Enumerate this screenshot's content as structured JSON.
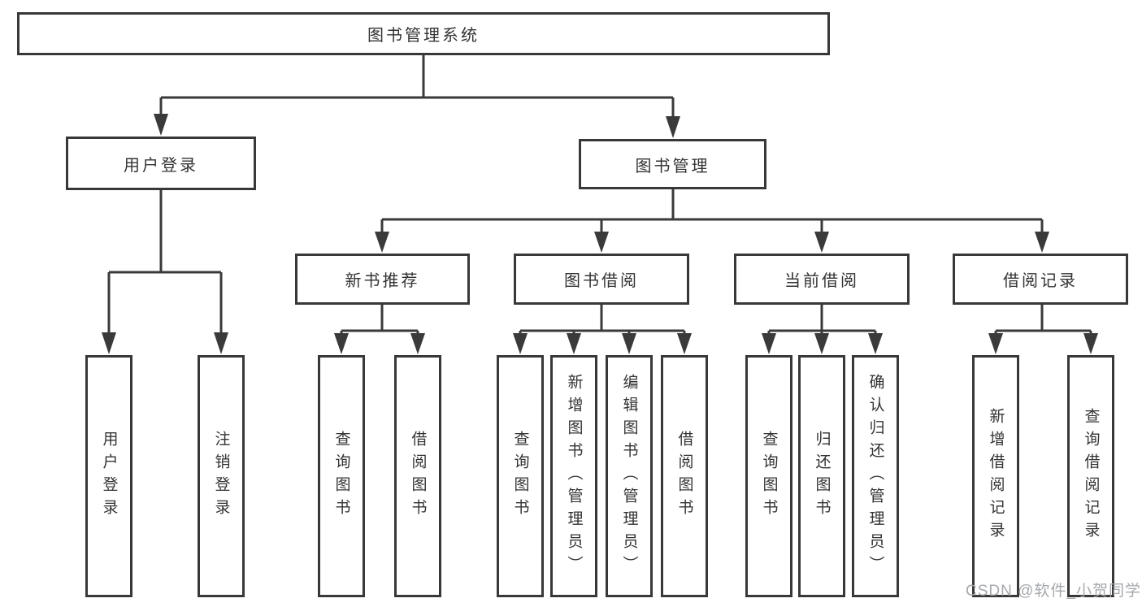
{
  "colors": {
    "line": "#3a3a3a",
    "box_border": "#383838",
    "box_fill": "#ffffff",
    "text": "#333333",
    "watermark": "#a0a3a8",
    "background": "#ffffff"
  },
  "tree": {
    "root": {
      "label": "图书管理系统"
    },
    "branches": [
      {
        "label": "用户登录",
        "children": [
          {
            "label": "用户登录"
          },
          {
            "label": "注销登录"
          }
        ]
      },
      {
        "label": "图书管理",
        "children": [
          {
            "label": "新书推荐",
            "children": [
              {
                "label": "查询图书"
              },
              {
                "label": "借阅图书"
              }
            ]
          },
          {
            "label": "图书借阅",
            "children": [
              {
                "label": "查询图书"
              },
              {
                "label": "新增图书（管理员）"
              },
              {
                "label": "编辑图书（管理员）"
              },
              {
                "label": "借阅图书"
              }
            ]
          },
          {
            "label": "当前借阅",
            "children": [
              {
                "label": "查询图书"
              },
              {
                "label": "归还图书"
              },
              {
                "label": "确认归还（管理员）"
              }
            ]
          },
          {
            "label": "借阅记录",
            "children": [
              {
                "label": "新增借阅记录"
              },
              {
                "label": "查询借阅记录"
              }
            ]
          }
        ]
      }
    ]
  },
  "watermark": {
    "text": "CSDN @软件_小贺同学"
  }
}
